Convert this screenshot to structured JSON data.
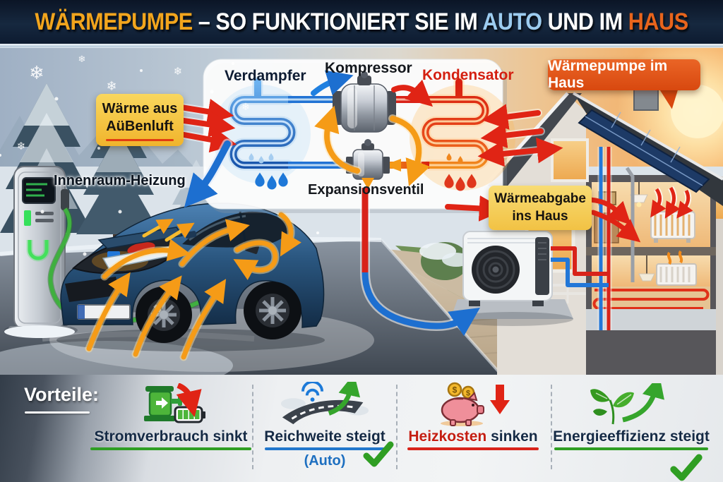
{
  "header": {
    "title": [
      {
        "text": "WÄRMEPUMPE",
        "color": "#f2a51d"
      },
      {
        "text": " – SO FUNKTIONIERT SIE IM ",
        "color": "#ffffff"
      },
      {
        "text": "AUTO",
        "color": "#9cccf0"
      },
      {
        "text": " UND IM ",
        "color": "#ffffff"
      },
      {
        "text": "HAUS",
        "color": "#e8641c"
      }
    ]
  },
  "scene": {
    "snowflake_glyph": "❄",
    "labels": {
      "heat_source_line1": "Wärme aus",
      "heat_source_line2": "AüBenluft",
      "cabin_heating": "Innenraum-Heizung",
      "house_bubble": "Wärmepumpe im Haus",
      "heat_release_line1": "Wärmeabgabe",
      "heat_release_line2": "ins Haus"
    },
    "cycle": {
      "evaporator": "Verdampfer",
      "compressor": "Kompressor",
      "condenser": "Kondensator",
      "expansion_valve": "Expansionsventil"
    }
  },
  "benefits": {
    "heading": "Vorteile:",
    "items": [
      {
        "icon": "ev-charger-battery-icon",
        "label": "Stromverbrauch sinkt",
        "underline": "#2f9e23"
      },
      {
        "icon": "road-range-icon",
        "label": "Reichweite steigt",
        "sublabel": "(Auto)",
        "underline": "#2277cc",
        "checked": true
      },
      {
        "icon": "piggy-bank-icon",
        "label_accent": "Heizkosten",
        "label_rest": " sinken",
        "underline": "#d8231a",
        "coin_symbol": "$"
      },
      {
        "icon": "leaves-growth-icon",
        "label": "Energieeffizienz steigt",
        "underline": "#2f9e23",
        "checked": true
      }
    ]
  },
  "colors": {
    "header_bg": "#101c30",
    "gold": "#f2a51d",
    "light_blue": "#9cccf0",
    "orange": "#e8641c",
    "hot_red": "#d8231a",
    "cold_blue": "#2273d4",
    "cycle_orange": "#f59b17",
    "label_yellow": "#f6cb45",
    "bubble_orange": "#e2551c",
    "benefit_green": "#2f9e23"
  }
}
